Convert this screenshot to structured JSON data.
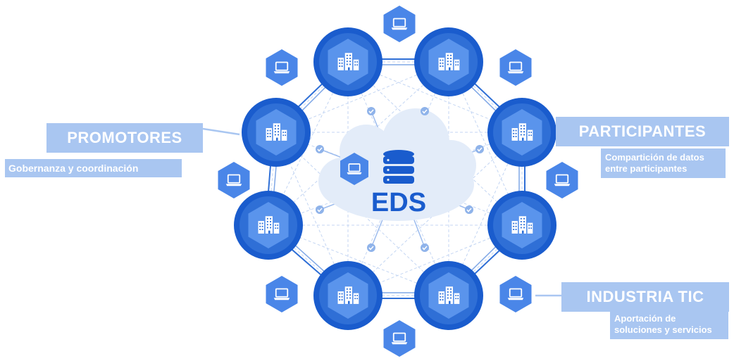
{
  "center": {
    "label": "EDS"
  },
  "promotores": {
    "title": "PROMOTORES",
    "subtitle": "Gobernanza y coordinación"
  },
  "participantes": {
    "title": "PARTICIPANTES",
    "subtitle_line1": "Compartición de datos",
    "subtitle_line2": "entre participantes"
  },
  "industria_tic": {
    "title": "INDUSTRIA TIC",
    "subtitle_line1": "Aportación de",
    "subtitle_line2": "soluciones y servicios"
  },
  "colors": {
    "primary_blue": "#1a5ccd",
    "ring_blue": "#2f6fd6",
    "light_blue": "#a9c6f1",
    "hexagon": "#4a86e8",
    "cloud": "#e3ecf9",
    "label_box": "#a9c6f1"
  },
  "icons": {
    "node": "building-icon",
    "satellite": "laptop-icon",
    "center": "database-icon"
  }
}
